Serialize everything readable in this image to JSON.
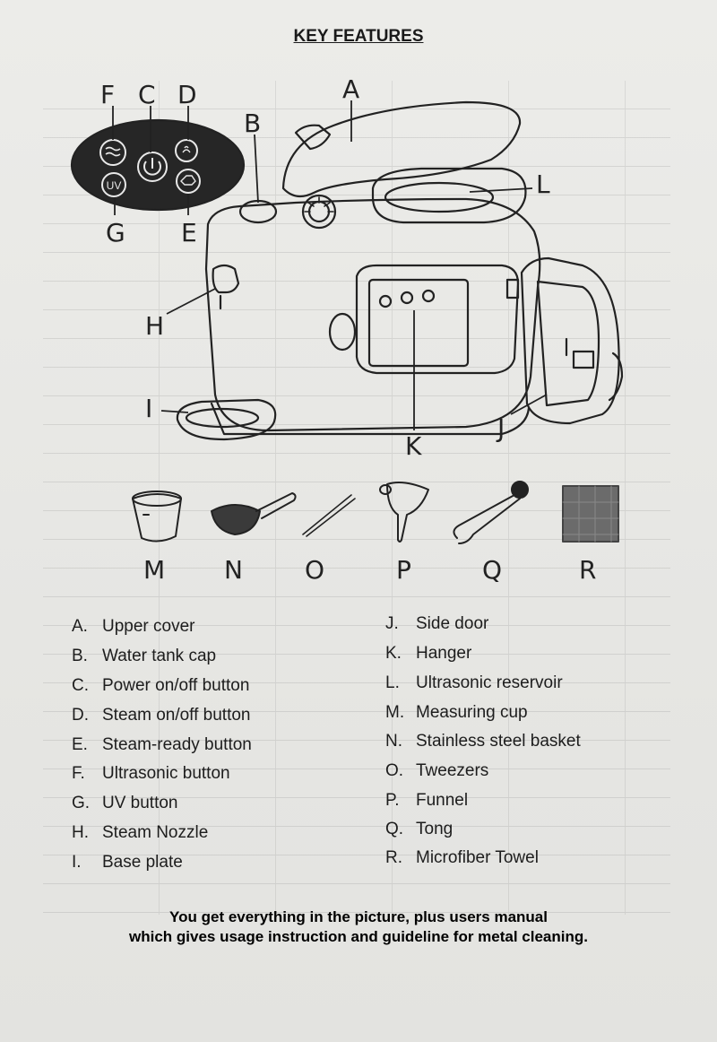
{
  "title": "KEY FEATURES",
  "callouts": {
    "A": "A",
    "B": "B",
    "C": "C",
    "D": "D",
    "E": "E",
    "F": "F",
    "G": "G",
    "H": "H",
    "I": "I",
    "J": "J",
    "K": "K",
    "L": "L",
    "M": "M",
    "N": "N",
    "O": "O",
    "P": "P",
    "Q": "Q",
    "R": "R"
  },
  "control_panel": {
    "uv_label": "UV"
  },
  "legend_left": [
    {
      "key": "A.",
      "label": "Upper cover"
    },
    {
      "key": "B.",
      "label": "Water tank cap"
    },
    {
      "key": "C.",
      "label": "Power on/off button"
    },
    {
      "key": "D.",
      "label": "Steam on/off button"
    },
    {
      "key": "E.",
      "label": "Steam-ready button"
    },
    {
      "key": "F.",
      "label": "Ultrasonic button"
    },
    {
      "key": "G.",
      "label": "UV button"
    },
    {
      "key": "H.",
      "label": "Steam Nozzle"
    },
    {
      "key": "I.",
      "label": "Base plate"
    }
  ],
  "legend_right": [
    {
      "key": "J.",
      "label": "Side door"
    },
    {
      "key": "K.",
      "label": "Hanger"
    },
    {
      "key": "L.",
      "label": "Ultrasonic reservoir"
    },
    {
      "key": "M.",
      "label": "Measuring cup"
    },
    {
      "key": "N.",
      "label": "Stainless steel basket"
    },
    {
      "key": "O.",
      "label": "Tweezers"
    },
    {
      "key": "P.",
      "label": "Funnel"
    },
    {
      "key": "Q.",
      "label": "Tong"
    },
    {
      "key": "R.",
      "label": "Microfiber Towel"
    }
  ],
  "footer": {
    "line1": "You get everything in the picture, plus users manual",
    "line2": "which gives usage instruction and guideline for metal cleaning."
  }
}
